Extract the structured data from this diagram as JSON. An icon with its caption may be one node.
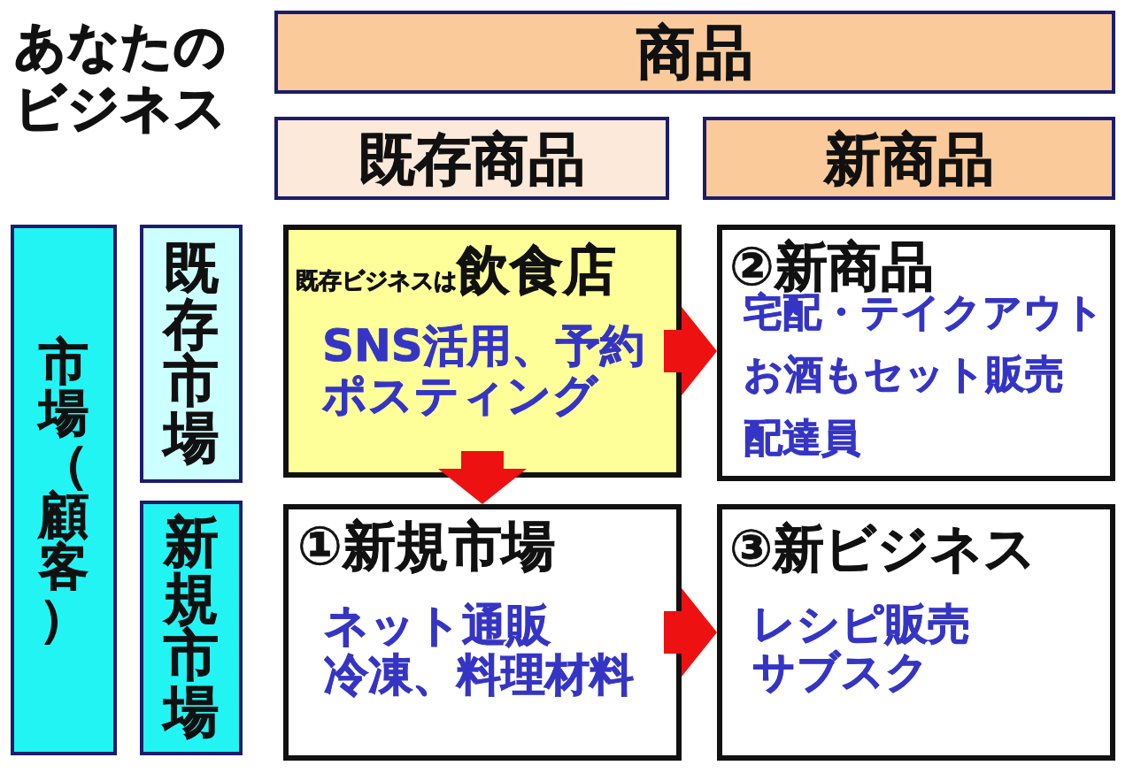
{
  "diagram": {
    "title": "あなたのビジネス",
    "nodes": [
      {
        "text": [
          "商品"
        ]
      },
      {
        "text": [
          "既存商品"
        ]
      },
      {
        "text": [
          "新商品"
        ]
      },
      {
        "text": [
          "市場（顧客）"
        ]
      },
      {
        "text": [
          "既存市場"
        ]
      },
      {
        "text": [
          "既存ビジネスは",
          "飲食店",
          "SNS活用、予約",
          "ポスティング"
        ]
      },
      {
        "text": [
          "②新商品",
          "宅配・テイクアウト",
          "お酒もセット販売",
          "配達員"
        ]
      },
      {
        "text": [
          "新規市場"
        ]
      },
      {
        "text": [
          "①新規市場",
          "ネット通販",
          "冷凍、料理材料"
        ]
      },
      {
        "text": [
          "③新ビジネス",
          "レシピ販売",
          "サブスク"
        ]
      }
    ],
    "edges": [
      {
        "from": 5,
        "to": 6,
        "arrow": "to"
      },
      {
        "from": 5,
        "to": 8,
        "arrow": "to"
      },
      {
        "from": 8,
        "to": 9,
        "arrow": "to"
      }
    ]
  }
}
